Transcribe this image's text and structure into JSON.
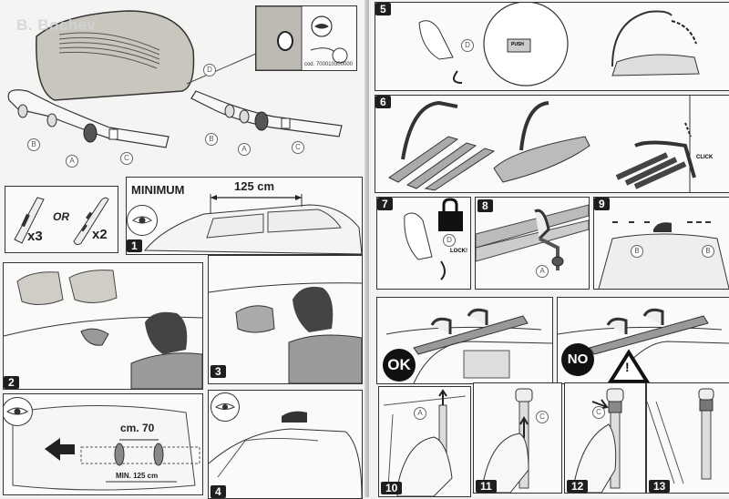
{
  "watermark": "B. Bochev",
  "left_page": {
    "product_labels": {
      "code": "cod. 700010300000",
      "D": "D",
      "A_left": "A",
      "B_left": "B",
      "C_left": "C",
      "A_right": "A",
      "B_right": "B",
      "C_right": "C"
    },
    "capacity_panel": {
      "or_text": "OR",
      "skis_count": "x3",
      "snowboards_count": "x2"
    },
    "step1": {
      "number": "1",
      "minimum_label": "MINIMUM",
      "distance_label": "125 cm"
    },
    "step2": {
      "number": "2"
    },
    "step3": {
      "number": "3"
    },
    "top_view": {
      "spacing_label": "cm. 70",
      "min_label": "MIN. 125 cm"
    },
    "step4": {
      "number": "4"
    }
  },
  "right_page": {
    "step5": {
      "number": "5",
      "label_D": "D",
      "push_label": "PUSH"
    },
    "step6": {
      "number": "6",
      "click_label": "CLICK"
    },
    "step7": {
      "number": "7",
      "label_D": "D",
      "lock_label": "LOCK!"
    },
    "step8": {
      "number": "8",
      "label_A": "A"
    },
    "step9": {
      "number": "9",
      "label_B1": "B",
      "label_B2": "B"
    },
    "ok_panel": {
      "badge": "OK"
    },
    "no_panel": {
      "badge": "NO",
      "warning_icon": "!"
    },
    "step10": {
      "number": "10",
      "label_A": "A"
    },
    "step11": {
      "number": "11",
      "label_C": "C"
    },
    "step12": {
      "number": "12",
      "label_C": "C"
    },
    "step13": {
      "number": "13"
    }
  }
}
